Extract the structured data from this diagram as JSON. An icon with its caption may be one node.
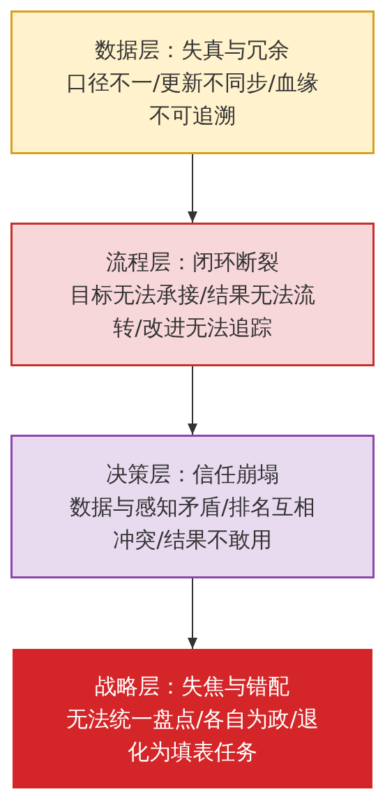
{
  "diagram": {
    "nodes": [
      {
        "text": [
          "数据层：失真与冗余",
          "口径不一/更新不同步/血缘不可追溯"
        ]
      },
      {
        "text": [
          "流程层：闭环断裂",
          "目标无法承接/结果无法流转/改进无法追踪"
        ]
      },
      {
        "text": [
          "决策层：信任崩塌",
          "数据与感知矛盾/排名互相冲突/结果不敢用"
        ]
      },
      {
        "text": [
          "战略层：失焦与错配",
          "无法统一盘点/各自为政/退化为填表任务"
        ]
      }
    ],
    "edges": [
      {
        "from": 0,
        "to": 1,
        "arrow": "to"
      },
      {
        "from": 1,
        "to": 2,
        "arrow": "to"
      },
      {
        "from": 2,
        "to": 3,
        "arrow": "to"
      }
    ]
  }
}
